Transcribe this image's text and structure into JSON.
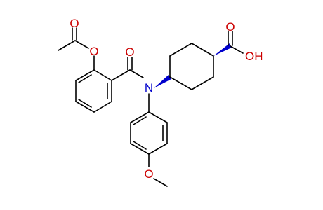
{
  "molecule": {
    "atoms": {
      "carbonyl_oxygen_acetyl": "O",
      "ester_oxygen": "O",
      "amide_oxygen": "O",
      "amide_nitrogen": "N",
      "acid_carbonyl_oxygen": "O",
      "acid_hydroxyl": "OH",
      "methoxy_oxygen": "O"
    }
  },
  "colors": {
    "bond": "#000000",
    "label_nitrogen": "#0000cc",
    "label_oxygen": "#cc0000",
    "wedge": "#0000cc"
  }
}
